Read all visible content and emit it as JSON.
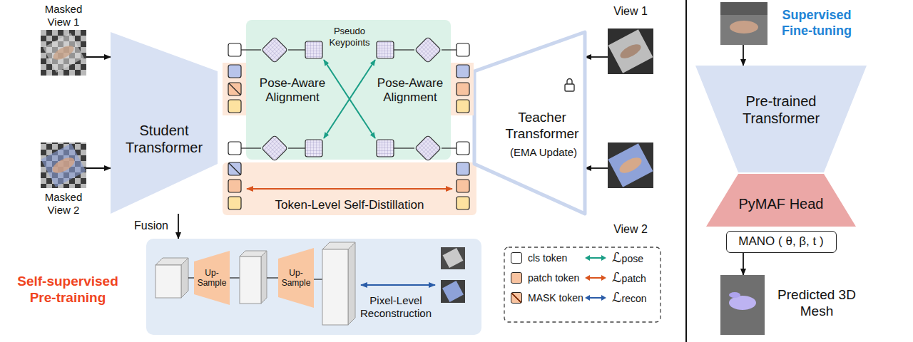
{
  "diagram": {
    "nodes": [
      {
        "text": [
          "Masked View 1"
        ]
      },
      {
        "text": [
          "Masked View 2"
        ]
      },
      {
        "text": [
          "Student Transformer"
        ]
      },
      {
        "text": [
          "Pseudo Keypoints",
          "Pose-Aware Alignment",
          "Pose-Aware Alignment"
        ]
      },
      {
        "text": [
          "Token-Level Self-Distillation"
        ]
      },
      {
        "text": [
          "Teacher Transformer",
          "(EMA Update)"
        ]
      },
      {
        "text": [
          "View 1"
        ]
      },
      {
        "text": [
          "View 2"
        ]
      },
      {
        "text": [
          "Pixel-Level Reconstruction"
        ]
      },
      {
        "text": [
          "Up-Sample"
        ],
        "in": 8
      },
      {
        "text": [
          "Up-Sample"
        ],
        "in": 8
      },
      {
        "text": [
          "Supervised Fine-tuning"
        ]
      },
      {
        "text": [
          "Pre-trained Transformer"
        ]
      },
      {
        "text": [
          "PyMAF Head"
        ]
      },
      {
        "text": [
          "MANO ( θ, β, t )"
        ]
      },
      {
        "text": [
          "Predicted 3D Mesh"
        ]
      }
    ],
    "edges": [
      {
        "from": 0,
        "to": 2,
        "arrow": "to"
      },
      {
        "from": 1,
        "to": 2,
        "arrow": "to"
      },
      {
        "from": 6,
        "to": 5,
        "arrow": "to"
      },
      {
        "from": 7,
        "to": 5,
        "arrow": "to"
      },
      {
        "from": 2,
        "to": 8,
        "label": "Fusion",
        "arrow": "to"
      },
      {
        "from": 11,
        "to": 12,
        "arrow": "to"
      },
      {
        "from": 14,
        "to": 15,
        "arrow": "to"
      }
    ],
    "labels": [
      "Self-supervised Pre-training"
    ],
    "legend": [
      {
        "text": "cls token"
      },
      {
        "text": "patch token",
        "color": "#f8c3a0"
      },
      {
        "text": "MASK token"
      },
      {
        "text": "ℒpose"
      },
      {
        "text": "ℒpatch"
      },
      {
        "text": "ℒrecon"
      }
    ]
  }
}
